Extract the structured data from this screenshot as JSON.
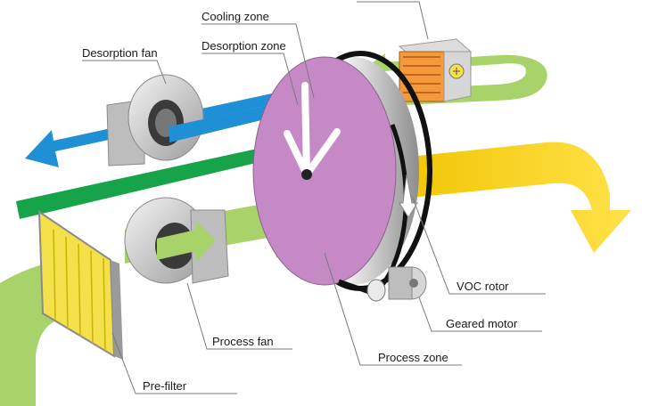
{
  "labels": {
    "cooling_zone": "Cooling zone",
    "desorption_zone": "Desorption zone",
    "desorption_fan": "Desorption fan",
    "voc_rotor": "VOC rotor",
    "geared_motor": "Geared motor",
    "process_fan": "Process fan",
    "process_zone": "Process zone",
    "pre_filter": "Pre-filter"
  },
  "colors": {
    "process_air": "#a8d26a",
    "desorption_exhaust": "#1f8fd6",
    "desorption_feed": "#17a34a",
    "clean_air": "#f6d21a",
    "rotor_face": "#c58ac6",
    "heater": "#f29a3c",
    "filter": "#f3e04a",
    "metal": "#c9c9c9"
  },
  "icons": [
    "heater-icon",
    "fan-icon",
    "motor-icon",
    "filter-icon",
    "rotor-icon"
  ]
}
